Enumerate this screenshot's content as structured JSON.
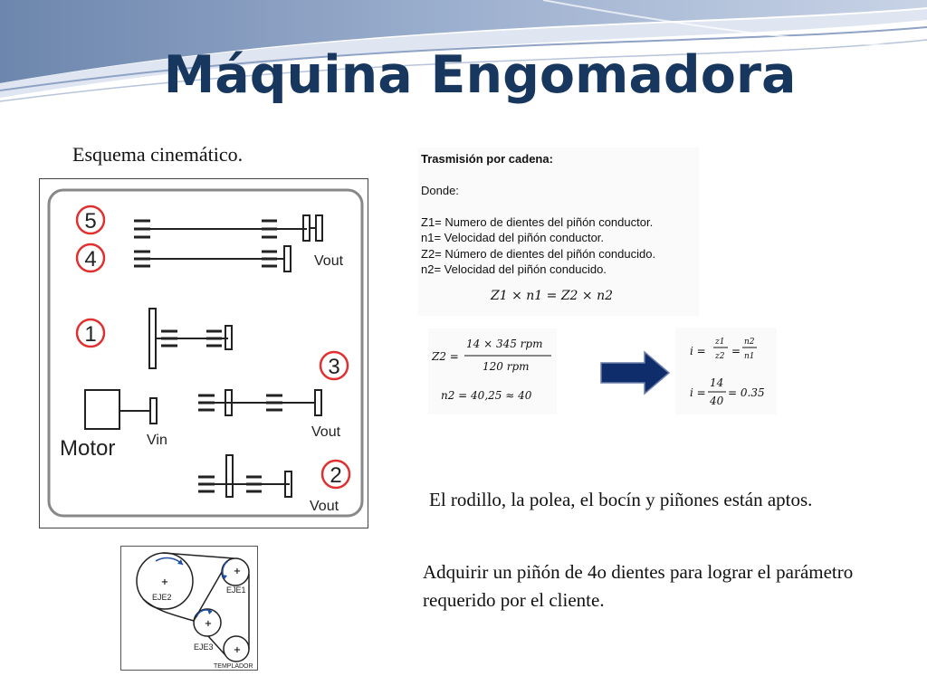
{
  "slide": {
    "title": "Máquina Engomadora",
    "subtitle": "Esquema cinemático.",
    "notes": [
      "El rodillo, la polea, el bocín y piñones están aptos.",
      "Adquirir un piñón de 4o dientes para lograr el parámetro requerido por el cliente."
    ]
  },
  "schema": {
    "numbers": [
      "5",
      "4",
      "1",
      "3",
      "2"
    ],
    "labels": {
      "vout": "Vout",
      "motor": "Motor",
      "vin": "Vin"
    }
  },
  "transmission": {
    "heading": "Trasmisión por cadena:",
    "donde": "Donde:",
    "definitions": [
      "Z1= Numero de dientes del piñón conductor.",
      "n1= Velocidad del piñón conductor.",
      "Z2= Número de dientes del piñón conducido.",
      "n2= Velocidad del piñón conducido."
    ],
    "equation": "Z1 × n1 = Z2 × n2"
  },
  "calc": {
    "z2_lhs": "Z2 =",
    "z2_num": "14 × 345 rpm",
    "z2_den": "120 rpm",
    "n2_result": "n2 = 40,25 ≈ 40",
    "i_lhs": "i =",
    "z1": "z1",
    "z2": "z2",
    "n2": "n2",
    "n1": "n1",
    "eq": "=",
    "i_num": "14",
    "i_den": "40",
    "i_result": "= 0.35"
  },
  "pulleys": {
    "labels": [
      "EJE2",
      "EJE1",
      "EJE3",
      "TEMPLADOR"
    ],
    "plus": "+"
  },
  "colors": {
    "title": "#17375e",
    "arrow": "#0f2d6b",
    "circle_red": "#e03030",
    "rotation_arrow": "#1f4fa8"
  }
}
